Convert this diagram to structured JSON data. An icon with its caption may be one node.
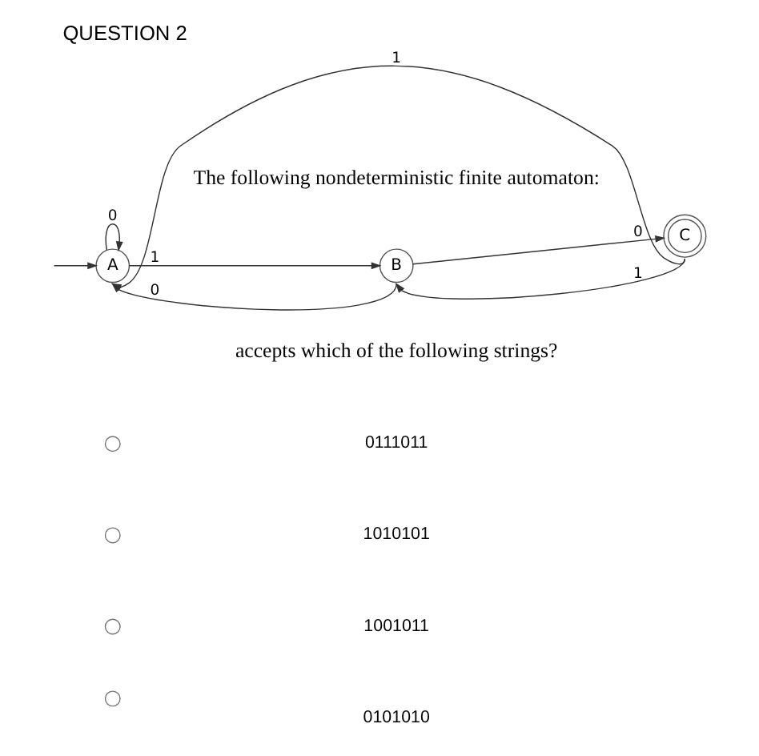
{
  "diagram": {
    "title": "QUESTION 2",
    "nodes": [
      {
        "text": [
          "A"
        ]
      },
      {
        "text": [
          "B"
        ]
      },
      {
        "text": [
          "C"
        ]
      }
    ],
    "edges": [
      {
        "from": null,
        "to": 0,
        "arrow": "to"
      },
      {
        "from": 0,
        "to": 0,
        "label": "0",
        "arrow": "to"
      },
      {
        "from": 0,
        "to": 1,
        "label": "1",
        "arrow": "to"
      },
      {
        "from": 1,
        "to": 2,
        "label": "0",
        "arrow": "to"
      },
      {
        "from": 1,
        "to": 0,
        "label": "0",
        "arrow": "to"
      },
      {
        "from": 2,
        "to": 1,
        "label": "1",
        "arrow": "to"
      },
      {
        "from": 2,
        "to": 0,
        "label": "1",
        "arrow": "to"
      }
    ],
    "labels": [
      "The following nondeterministic finite automaton:",
      "accepts which of the following strings?",
      "0111011",
      "1010101",
      "1001011",
      "0101010"
    ]
  }
}
